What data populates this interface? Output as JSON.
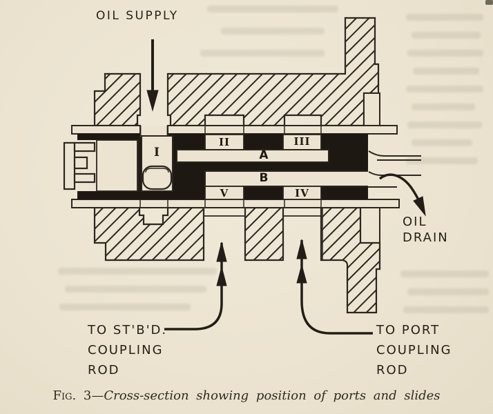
{
  "figure": {
    "labels": {
      "oil_supply": "OIL SUPPLY",
      "oil_drain_line1": "OIL",
      "oil_drain_line2": "DRAIN",
      "to_stbd_line1": "TO ST'B'D.",
      "to_stbd_line2": "COUPLING",
      "to_stbd_line3": "ROD",
      "to_port_line1": "TO PORT",
      "to_port_line2": "COUPLING",
      "to_port_line3": "ROD",
      "port_i": "I",
      "port_ii": "II",
      "port_iii": "III",
      "port_iv": "IV",
      "port_v": "V",
      "slide_a": "A",
      "slide_b": "B"
    },
    "caption": {
      "prefix": "Fig. 3",
      "text": "—Cross-section showing position of ports and slides"
    },
    "colors": {
      "paper": "#ece4d1",
      "ink": "#2b2620",
      "solid_fill": "#1d1811"
    }
  }
}
